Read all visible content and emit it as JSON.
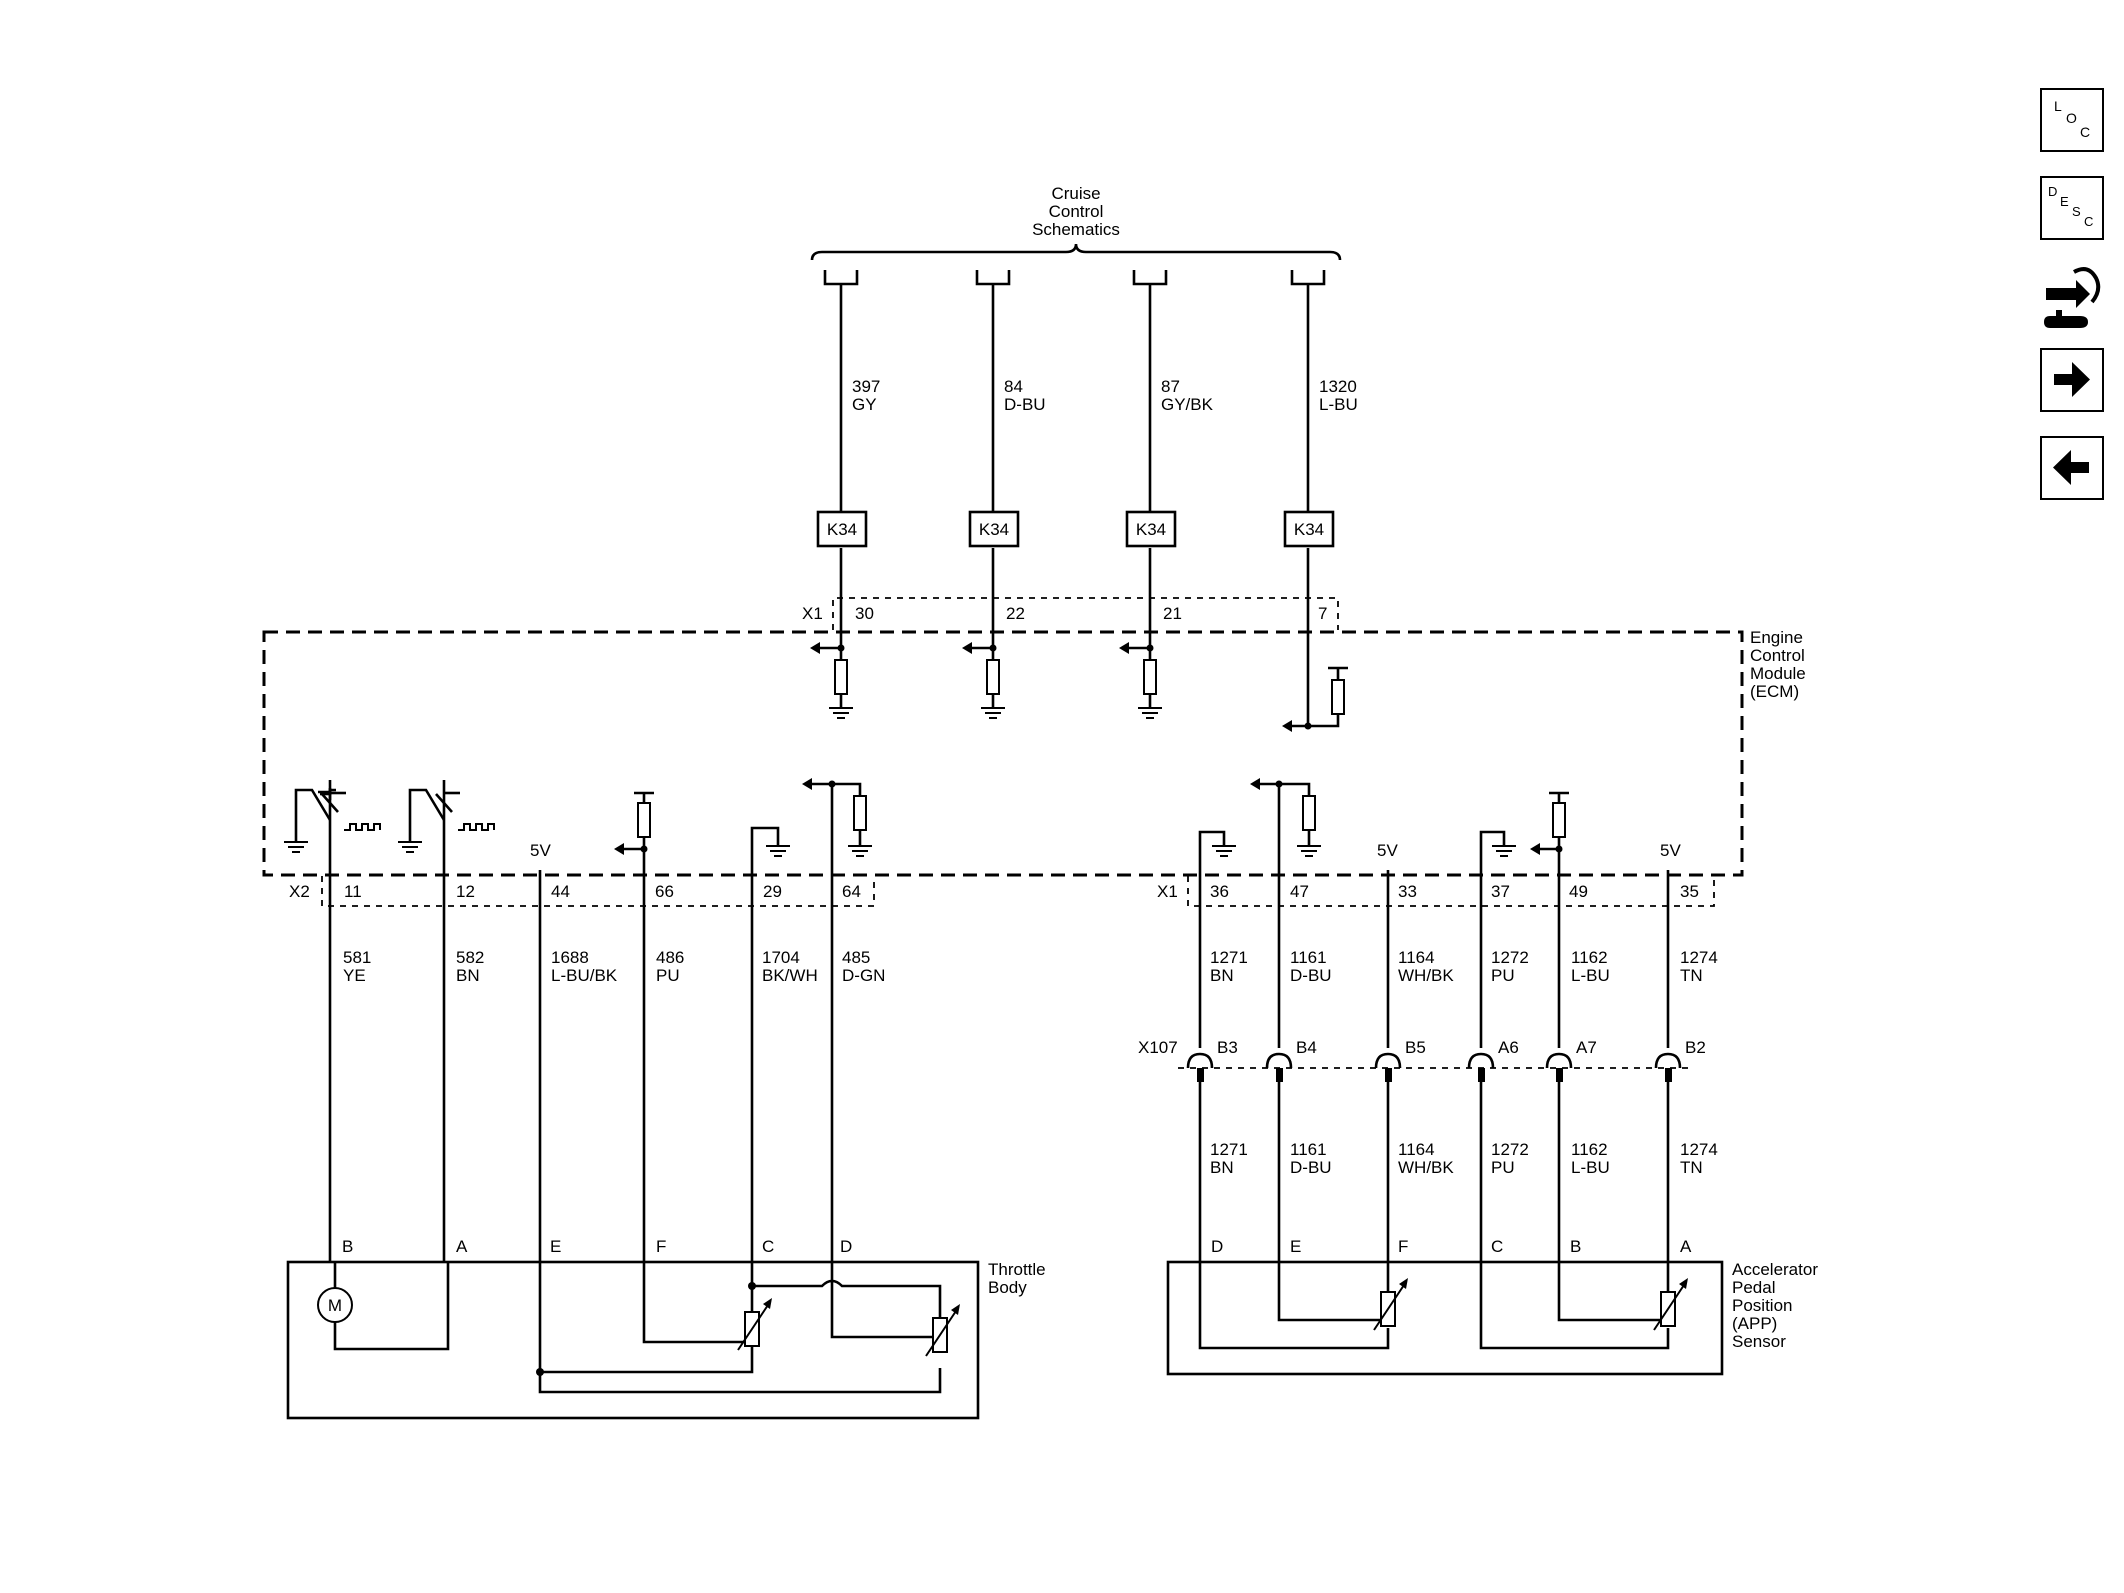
{
  "cruise": {
    "l1": "Cruise",
    "l2": "Control",
    "l3": "Schematics"
  },
  "ecm": {
    "l1": "Engine",
    "l2": "Control",
    "l3": "Module",
    "l4": "(ECM)"
  },
  "throttle_body": {
    "l1": "Throttle",
    "l2": "Body"
  },
  "app_sensor": {
    "l1": "Accelerator",
    "l2": "Pedal",
    "l3": "Position",
    "l4": "(APP)",
    "l5": "Sensor"
  },
  "connectors": {
    "top": "X1",
    "left": "X2",
    "right": "X1",
    "inline": "X107"
  },
  "supply": {
    "v1": "5V",
    "v2": "5V",
    "v3": "5V"
  },
  "motor": "M",
  "cruise_wires": [
    {
      "pin": "30",
      "circuit": "397",
      "color": "GY",
      "module": "K34"
    },
    {
      "pin": "22",
      "circuit": "84",
      "color": "D-BU",
      "module": "K34"
    },
    {
      "pin": "21",
      "circuit": "87",
      "color": "GY/BK",
      "module": "K34"
    },
    {
      "pin": "7",
      "circuit": "1320",
      "color": "L-BU",
      "module": "K34"
    }
  ],
  "throttle_wires": [
    {
      "pin": "11",
      "circuit": "581",
      "color": "YE",
      "term": "B"
    },
    {
      "pin": "12",
      "circuit": "582",
      "color": "BN",
      "term": "A"
    },
    {
      "pin": "44",
      "circuit": "1688",
      "color": "L-BU/BK",
      "term": "E"
    },
    {
      "pin": "66",
      "circuit": "486",
      "color": "PU",
      "term": "F"
    },
    {
      "pin": "29",
      "circuit": "1704",
      "color": "BK/WH",
      "term": "C"
    },
    {
      "pin": "64",
      "circuit": "485",
      "color": "D-GN",
      "term": "D"
    }
  ],
  "app_wires": [
    {
      "pin": "36",
      "circuit": "1271",
      "color": "BN",
      "inline": "B3",
      "term": "D"
    },
    {
      "pin": "47",
      "circuit": "1161",
      "color": "D-BU",
      "inline": "B4",
      "term": "E"
    },
    {
      "pin": "33",
      "circuit": "1164",
      "color": "WH/BK",
      "inline": "B5",
      "term": "F"
    },
    {
      "pin": "37",
      "circuit": "1272",
      "color": "PU",
      "inline": "A6",
      "term": "C"
    },
    {
      "pin": "49",
      "circuit": "1162",
      "color": "L-BU",
      "inline": "A7",
      "term": "B"
    },
    {
      "pin": "35",
      "circuit": "1274",
      "color": "TN",
      "inline": "B2",
      "term": "A"
    }
  ],
  "nav": {
    "loc": {
      "l": "L",
      "o": "O",
      "c": "C"
    },
    "desc": {
      "d": "D",
      "e": "E",
      "s": "S",
      "c": "C"
    },
    "connector_icon": "connector-end-view-icon",
    "next_icon": "arrow-right-icon",
    "prev_icon": "arrow-left-icon"
  }
}
